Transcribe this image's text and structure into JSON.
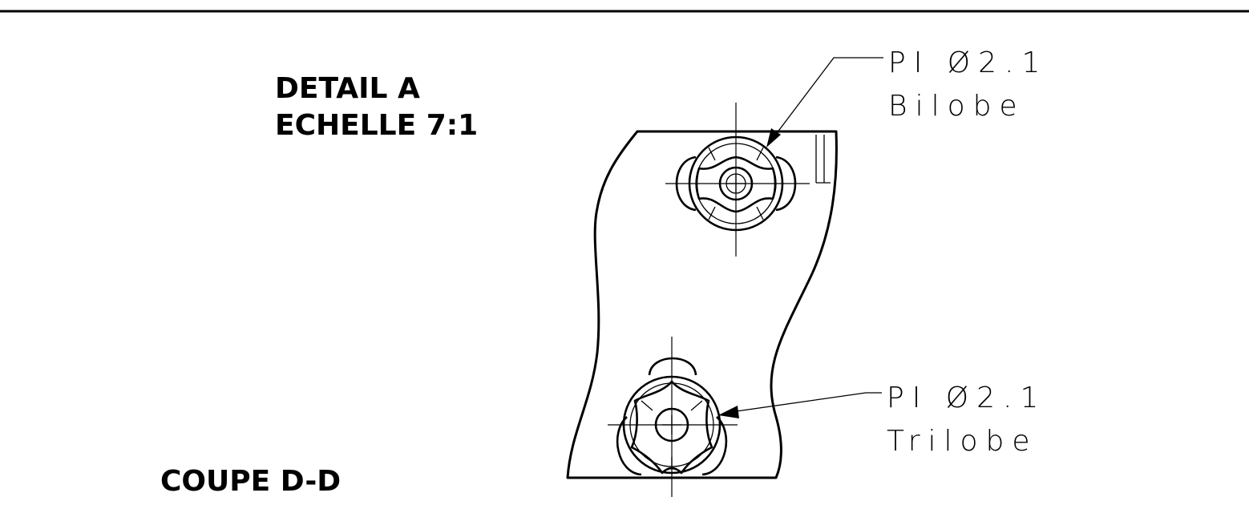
{
  "detail": {
    "title": "DETAIL A",
    "scale": "ECHELLE 7:1"
  },
  "section": {
    "title": "COUPE D-D"
  },
  "callouts": [
    {
      "line1": "PI Ø2.1",
      "line2": "Bilobe"
    },
    {
      "line1": "PI Ø2.1",
      "line2": "Trilobe"
    }
  ]
}
